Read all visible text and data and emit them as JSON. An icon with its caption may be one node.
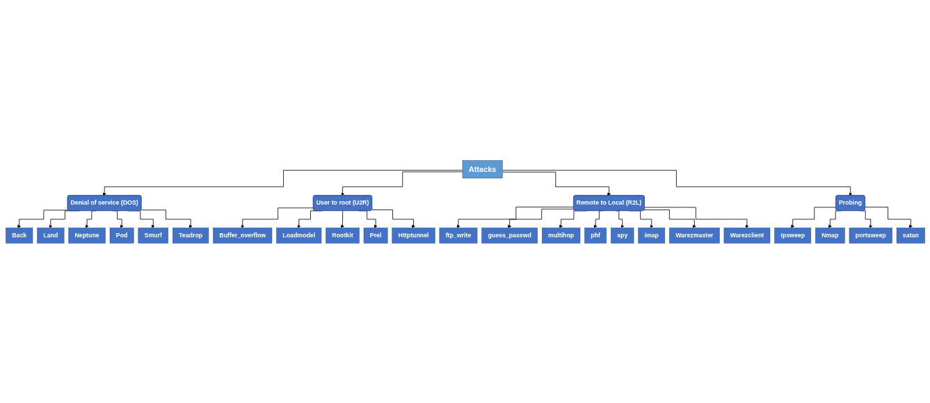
{
  "diagram": {
    "nodes": [
      {
        "text": [
          "Attacks"
        ]
      },
      {
        "text": [
          "Denial of service (DOS)"
        ]
      },
      {
        "text": [
          "User to root (U2R)"
        ]
      },
      {
        "text": [
          "Remote to Local (R2L)"
        ]
      },
      {
        "text": [
          "Probing"
        ]
      },
      {
        "text": [
          "Back"
        ]
      },
      {
        "text": [
          "Land"
        ]
      },
      {
        "text": [
          "Neptune"
        ]
      },
      {
        "text": [
          "Pod"
        ]
      },
      {
        "text": [
          "Smurf"
        ]
      },
      {
        "text": [
          "Teadrop"
        ]
      },
      {
        "text": [
          "Buffer_overflow"
        ]
      },
      {
        "text": [
          "Loadmodel"
        ]
      },
      {
        "text": [
          "Rootkit"
        ]
      },
      {
        "text": [
          "Prel"
        ]
      },
      {
        "text": [
          "Httptunnel"
        ]
      },
      {
        "text": [
          "ftp_write"
        ]
      },
      {
        "text": [
          "guess_passwd"
        ]
      },
      {
        "text": [
          "multihop"
        ]
      },
      {
        "text": [
          "phf"
        ]
      },
      {
        "text": [
          "spy"
        ]
      },
      {
        "text": [
          "imap"
        ]
      },
      {
        "text": [
          "Warezmaster"
        ]
      },
      {
        "text": [
          "Warezclient"
        ]
      },
      {
        "text": [
          "Ipsweep"
        ]
      },
      {
        "text": [
          "Nmap"
        ]
      },
      {
        "text": [
          "portsweep"
        ]
      },
      {
        "text": [
          "satan"
        ]
      }
    ],
    "edges": [
      {
        "from": 0,
        "to": 1,
        "arrow": "to"
      },
      {
        "from": 0,
        "to": 2,
        "arrow": "to"
      },
      {
        "from": 0,
        "to": 3,
        "arrow": "to"
      },
      {
        "from": 0,
        "to": 4,
        "arrow": "to"
      },
      {
        "from": 1,
        "to": 5,
        "arrow": "to"
      },
      {
        "from": 1,
        "to": 6,
        "arrow": "to"
      },
      {
        "from": 1,
        "to": 7,
        "arrow": "to"
      },
      {
        "from": 1,
        "to": 8,
        "arrow": "to"
      },
      {
        "from": 1,
        "to": 9,
        "arrow": "to"
      },
      {
        "from": 1,
        "to": 10,
        "arrow": "to"
      },
      {
        "from": 2,
        "to": 11,
        "arrow": "to"
      },
      {
        "from": 2,
        "to": 12,
        "arrow": "to"
      },
      {
        "from": 2,
        "to": 13,
        "arrow": "to"
      },
      {
        "from": 2,
        "to": 14,
        "arrow": "to"
      },
      {
        "from": 2,
        "to": 15,
        "arrow": "to"
      },
      {
        "from": 3,
        "to": 16,
        "arrow": "to"
      },
      {
        "from": 3,
        "to": 17,
        "arrow": "to"
      },
      {
        "from": 3,
        "to": 18,
        "arrow": "to"
      },
      {
        "from": 3,
        "to": 19,
        "arrow": "to"
      },
      {
        "from": 3,
        "to": 20,
        "arrow": "to"
      },
      {
        "from": 3,
        "to": 21,
        "arrow": "to"
      },
      {
        "from": 3,
        "to": 22,
        "arrow": "to"
      },
      {
        "from": 3,
        "to": 23,
        "arrow": "to"
      },
      {
        "from": 4,
        "to": 24,
        "arrow": "to"
      },
      {
        "from": 4,
        "to": 25,
        "arrow": "to"
      },
      {
        "from": 4,
        "to": 26,
        "arrow": "to"
      },
      {
        "from": 4,
        "to": 27,
        "arrow": "to"
      }
    ]
  }
}
